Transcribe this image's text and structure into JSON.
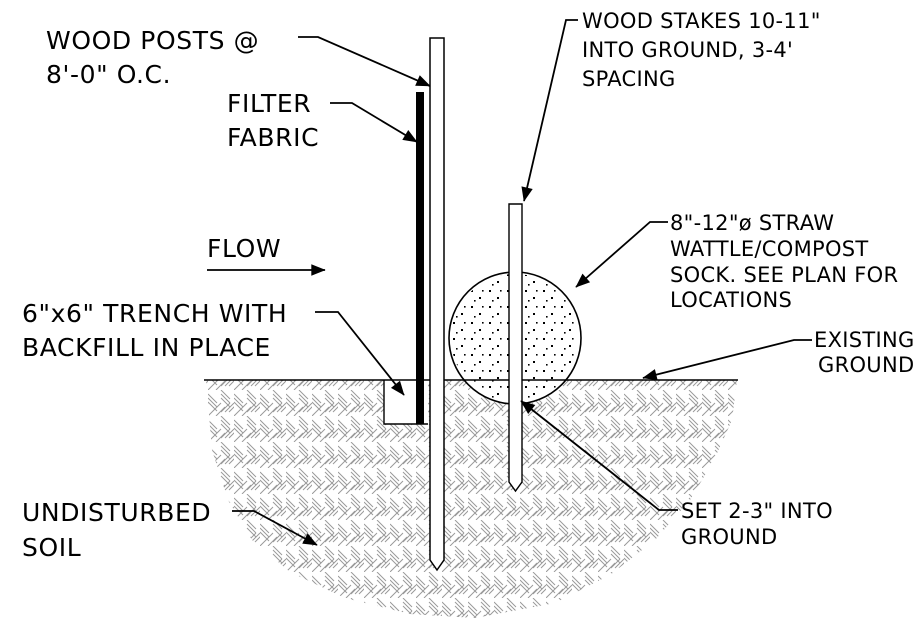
{
  "labels": {
    "wood_posts": [
      "WOOD POSTS @",
      "8'-0\" O.C."
    ],
    "filter_fabric": [
      "FILTER",
      "FABRIC"
    ],
    "flow": "FLOW",
    "trench": [
      "6\"x6\" TRENCH WITH",
      "BACKFILL IN PLACE"
    ],
    "undisturbed_soil": [
      "UNDISTURBED",
      "SOIL"
    ],
    "wood_stakes": [
      "WOOD STAKES 10-11\"",
      "INTO GROUND, 3-4'",
      "SPACING"
    ],
    "straw_wattle": [
      "8\"-12\"ø STRAW",
      "WATTLE/COMPOST",
      "SOCK. SEE PLAN FOR",
      "LOCATIONS"
    ],
    "existing_ground": [
      "EXISTING",
      "GROUND"
    ],
    "set_into_ground": [
      "SET 2-3\" INTO",
      "GROUND"
    ]
  },
  "colors": {
    "line": "#000000",
    "hatch": "#9a9a9a",
    "background": "#ffffff"
  }
}
